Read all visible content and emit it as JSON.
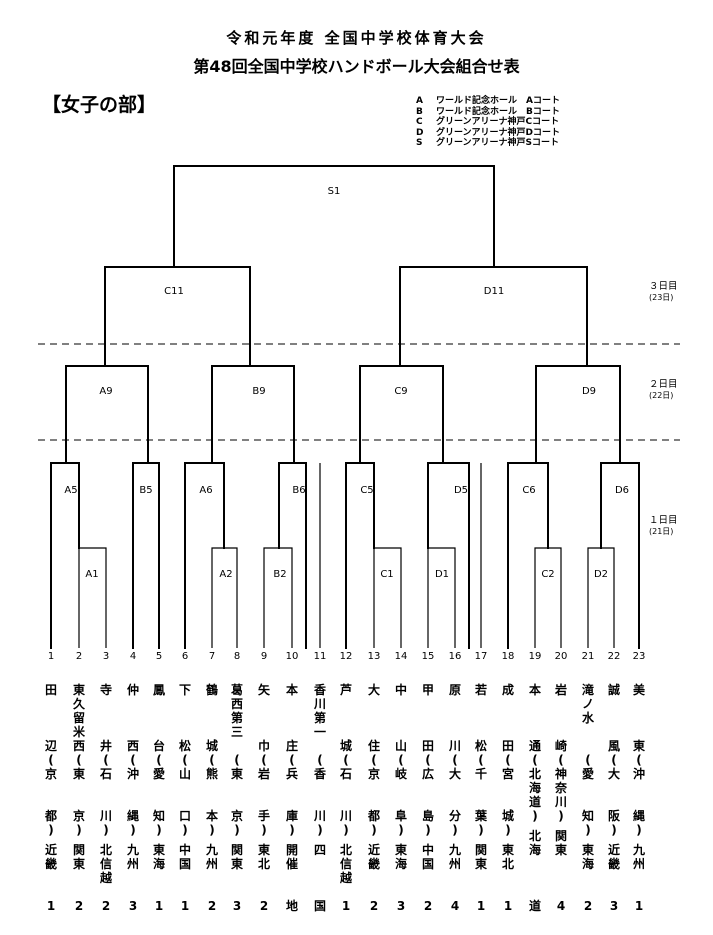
{
  "title_line1": "令和元年度 全国中学校体育大会",
  "title_line2": "第48回全国中学校ハンドボール大会組合せ表",
  "section_title": "【女子の部】",
  "legend": [
    {
      "key": "A",
      "value": "ワールド記念ホール　Aコート"
    },
    {
      "key": "B",
      "value": "ワールド記念ホール　Bコート"
    },
    {
      "key": "C",
      "value": "グリーンアリーナ神戸Cコート"
    },
    {
      "key": "D",
      "value": "グリーンアリーナ神戸Dコート"
    },
    {
      "key": "S",
      "value": "グリーンアリーナ神戸Sコート"
    }
  ],
  "days": [
    {
      "label": "３日目",
      "date": "(23日)"
    },
    {
      "label": "２日目",
      "date": "(22日)"
    },
    {
      "label": "１日目",
      "date": "(21日)"
    }
  ],
  "matches": {
    "S1": "S1",
    "C11": "C11",
    "D11": "D11",
    "A9": "A9",
    "B9": "B9",
    "C9": "C9",
    "D9": "D9",
    "A5": "A5",
    "B5": "B5",
    "A6": "A6",
    "B6": "B6",
    "C5": "C5",
    "D5": "D5",
    "C6": "C6",
    "D6": "D6",
    "A1": "A1",
    "A2": "A2",
    "B2": "B2",
    "C1": "C1",
    "D1": "D1",
    "C2": "C2",
    "D2": "D2"
  },
  "teams": [
    {
      "no": "1",
      "name": "田辺",
      "pref": "京都",
      "region": "近畿",
      "rank": "1"
    },
    {
      "no": "2",
      "name": "東久留米西",
      "pref": "東京",
      "region": "関東",
      "rank": "2"
    },
    {
      "no": "3",
      "name": "寺井",
      "pref": "石川",
      "region": "北信越",
      "rank": "2"
    },
    {
      "no": "4",
      "name": "仲西",
      "pref": "沖縄",
      "region": "九州",
      "rank": "3"
    },
    {
      "no": "5",
      "name": "鳳台",
      "pref": "愛知",
      "region": "東海",
      "rank": "1"
    },
    {
      "no": "6",
      "name": "下松",
      "pref": "山口",
      "region": "中国",
      "rank": "1"
    },
    {
      "no": "7",
      "name": "鶴城",
      "pref": "熊本",
      "region": "九州",
      "rank": "2"
    },
    {
      "no": "8",
      "name": "葛西第三",
      "pref": "東京",
      "region": "関東",
      "rank": "3"
    },
    {
      "no": "9",
      "name": "矢巾",
      "pref": "岩手",
      "region": "東北",
      "rank": "2"
    },
    {
      "no": "10",
      "name": "本庄",
      "pref": "兵庫",
      "region": "開催",
      "rank": "地"
    },
    {
      "no": "11",
      "name": "香川第一",
      "pref": "香川",
      "region": "四",
      "rank": "国"
    },
    {
      "no": "12",
      "name": "芦城",
      "pref": "石川",
      "region": "北信越",
      "rank": "1"
    },
    {
      "no": "13",
      "name": "大住",
      "pref": "京都",
      "region": "近畿",
      "rank": "2"
    },
    {
      "no": "14",
      "name": "中山",
      "pref": "岐阜",
      "region": "東海",
      "rank": "3"
    },
    {
      "no": "15",
      "name": "甲田",
      "pref": "広島",
      "region": "中国",
      "rank": "2"
    },
    {
      "no": "16",
      "name": "原川",
      "pref": "大分",
      "region": "九州",
      "rank": "4"
    },
    {
      "no": "17",
      "name": "若松",
      "pref": "千葉",
      "region": "関東",
      "rank": "1"
    },
    {
      "no": "18",
      "name": "成田",
      "pref": "宮城",
      "region": "東北",
      "rank": "1"
    },
    {
      "no": "19",
      "name": "本通",
      "pref": "北海道",
      "region": "北海",
      "rank": "道"
    },
    {
      "no": "20",
      "name": "岩崎",
      "pref": "神奈川",
      "region": "関東",
      "rank": "4"
    },
    {
      "no": "21",
      "name": "滝ノ水",
      "pref": "愛知",
      "region": "東海",
      "rank": "2"
    },
    {
      "no": "22",
      "name": "誠風",
      "pref": "大阪",
      "region": "近畿",
      "rank": "3"
    },
    {
      "no": "23",
      "name": "美東",
      "pref": "沖縄",
      "region": "九州",
      "rank": "1"
    }
  ]
}
